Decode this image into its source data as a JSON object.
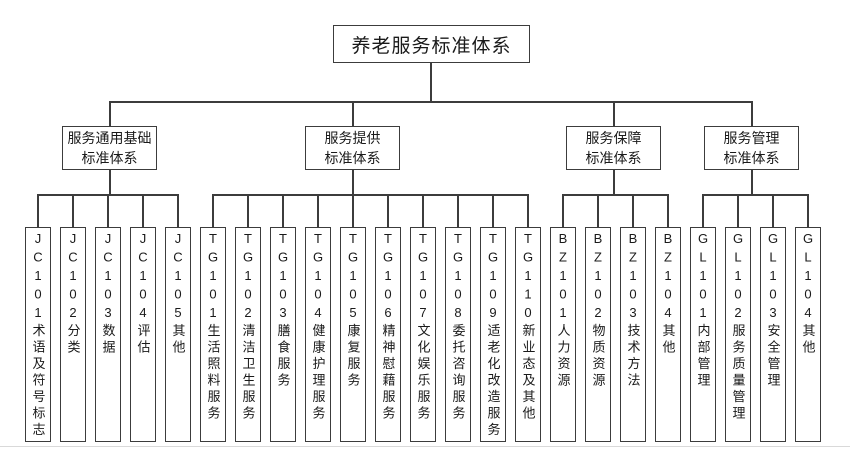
{
  "diagram": {
    "root": {
      "label": "养老服务标准体系"
    },
    "branches": [
      {
        "title": [
          "服务通用基础",
          "标准体系"
        ],
        "children": [
          {
            "code": "JC101",
            "name": "术语及符号标志"
          },
          {
            "code": "JC102",
            "name": "分类"
          },
          {
            "code": "JC103",
            "name": "数据"
          },
          {
            "code": "JC104",
            "name": "评估"
          },
          {
            "code": "JC105",
            "name": "其他"
          }
        ]
      },
      {
        "title": [
          "服务提供",
          "标准体系"
        ],
        "children": [
          {
            "code": "TG101",
            "name": "生活照料服务"
          },
          {
            "code": "TG102",
            "name": "清洁卫生服务"
          },
          {
            "code": "TG103",
            "name": "膳食服务"
          },
          {
            "code": "TG104",
            "name": "健康护理服务"
          },
          {
            "code": "TG105",
            "name": "康复服务"
          },
          {
            "code": "TG106",
            "name": "精神慰藉服务"
          },
          {
            "code": "TG107",
            "name": "文化娱乐服务"
          },
          {
            "code": "TG108",
            "name": "委托咨询服务"
          },
          {
            "code": "TG109",
            "name": "适老化改造服务"
          },
          {
            "code": "TG110",
            "name": "新业态及其他"
          }
        ]
      },
      {
        "title": [
          "服务保障",
          "标准体系"
        ],
        "children": [
          {
            "code": "BZ101",
            "name": "人力资源"
          },
          {
            "code": "BZ102",
            "name": "物质资源"
          },
          {
            "code": "BZ103",
            "name": "技术方法"
          },
          {
            "code": "BZ104",
            "name": "其他"
          }
        ]
      },
      {
        "title": [
          "服务管理",
          "标准体系"
        ],
        "children": [
          {
            "code": "GL101",
            "name": "内部管理"
          },
          {
            "code": "GL102",
            "name": "服务质量管理"
          },
          {
            "code": "GL103",
            "name": "安全管理"
          },
          {
            "code": "GL104",
            "name": "其他"
          }
        ]
      }
    ],
    "colors": {
      "line": "#3c3c3c",
      "box_border": "#3c3c3c",
      "text": "#1a1a1a",
      "background": "#ffffff"
    }
  }
}
